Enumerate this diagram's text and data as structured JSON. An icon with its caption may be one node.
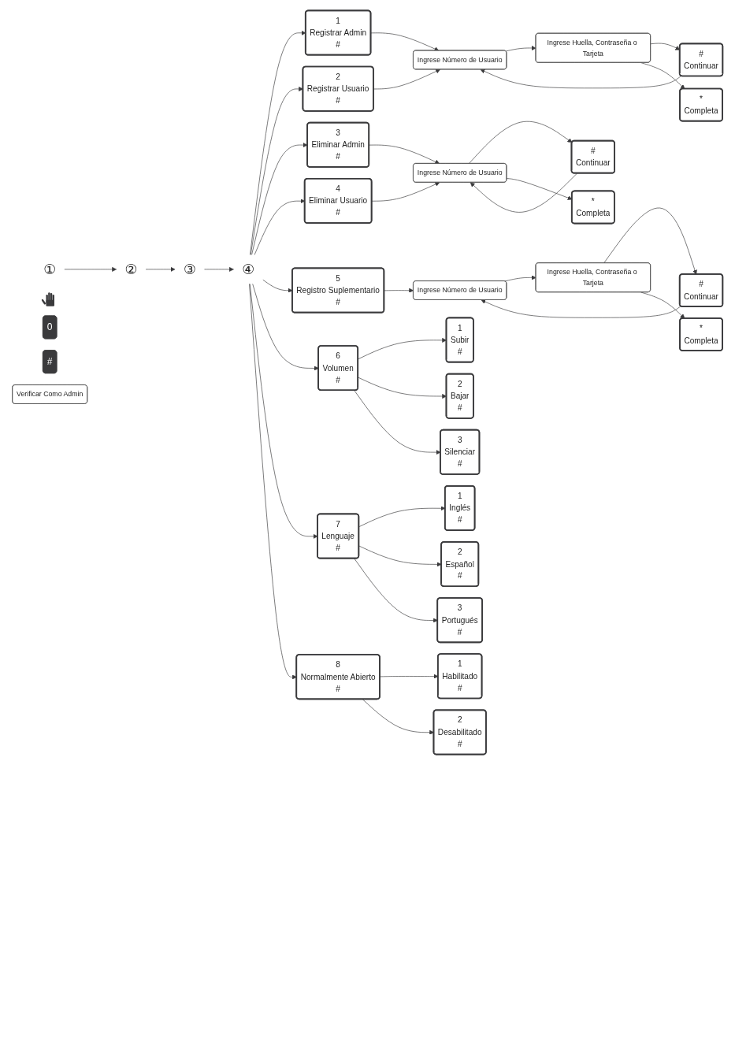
{
  "diagram": {
    "nodes": [
      {
        "text": [
          "①"
        ]
      },
      {
        "text": [],
        "shape": "picture"
      },
      {
        "text": [
          "②"
        ]
      },
      {
        "text": [
          "0"
        ]
      },
      {
        "text": [
          "#"
        ]
      },
      {
        "text": [
          "③"
        ]
      },
      {
        "text": [
          "Verificar Como Admin"
        ]
      },
      {
        "text": [
          "④"
        ]
      },
      {
        "text": [
          "1",
          "Registrar Admin",
          "#"
        ]
      },
      {
        "text": [
          "Ingrese Número de Usuario"
        ]
      },
      {
        "text": [
          "Ingrese Huella, Contraseña o Tarjeta"
        ]
      },
      {
        "text": [
          "#",
          "Continuar"
        ]
      },
      {
        "text": [
          "2",
          "Registrar Usuario",
          "#"
        ]
      },
      {
        "text": [
          "*",
          "Completa"
        ]
      },
      {
        "text": [
          "3",
          "Eliminar Admin",
          "#"
        ]
      },
      {
        "text": [
          "Ingrese Número de Usuario"
        ]
      },
      {
        "text": [
          "#",
          "Continuar"
        ]
      },
      {
        "text": [
          "4",
          "Eliminar Usuario",
          "#"
        ]
      },
      {
        "text": [
          "*",
          "Completa"
        ]
      },
      {
        "text": [
          "5",
          "Registro Suplementario",
          "#"
        ]
      },
      {
        "text": [
          "Ingrese Número de Usuario"
        ]
      },
      {
        "text": [
          "Ingrese Huella, Contraseña o Tarjeta"
        ]
      },
      {
        "text": [
          "#",
          "Continuar"
        ]
      },
      {
        "text": [
          "*",
          "Completa"
        ]
      },
      {
        "text": [
          "6",
          "Volumen",
          "#"
        ]
      },
      {
        "text": [
          "1",
          "Subir",
          "#"
        ]
      },
      {
        "text": [
          "2",
          "Bajar",
          "#"
        ]
      },
      {
        "text": [
          "3",
          "Silenciar",
          "#"
        ]
      },
      {
        "text": [
          "7",
          "Lenguaje",
          "#"
        ]
      },
      {
        "text": [
          "1",
          "Inglés",
          "#"
        ]
      },
      {
        "text": [
          "2",
          "Español",
          "#"
        ]
      },
      {
        "text": [
          "3",
          "Portugués",
          "#"
        ]
      },
      {
        "text": [
          "8",
          "Normalmente Abierto",
          "#"
        ]
      },
      {
        "text": [
          "1",
          "Habilitado",
          "#"
        ]
      },
      {
        "text": [
          "2",
          "Desabilitado",
          "#"
        ]
      }
    ],
    "edges": [
      {
        "from": 0,
        "to": 2,
        "arrow": "to"
      },
      {
        "from": 2,
        "to": 5,
        "arrow": "to"
      },
      {
        "from": 5,
        "to": 7,
        "arrow": "to"
      },
      {
        "from": 7,
        "to": 8,
        "arrow": "to"
      },
      {
        "from": 7,
        "to": 12,
        "arrow": "to"
      },
      {
        "from": 7,
        "to": 14,
        "arrow": "to"
      },
      {
        "from": 7,
        "to": 17,
        "arrow": "to"
      },
      {
        "from": 7,
        "to": 19,
        "arrow": "to"
      },
      {
        "from": 7,
        "to": 24,
        "arrow": "to"
      },
      {
        "from": 7,
        "to": 28,
        "arrow": "to"
      },
      {
        "from": 7,
        "to": 32,
        "arrow": "to"
      },
      {
        "from": 8,
        "to": 9,
        "arrow": "to"
      },
      {
        "from": 12,
        "to": 9,
        "arrow": "to"
      },
      {
        "from": 9,
        "to": 10,
        "arrow": "to"
      },
      {
        "from": 10,
        "to": 11,
        "arrow": "to"
      },
      {
        "from": 10,
        "to": 13,
        "arrow": "to"
      },
      {
        "from": 11,
        "to": 9,
        "arrow": "to"
      },
      {
        "from": 14,
        "to": 15,
        "arrow": "to"
      },
      {
        "from": 17,
        "to": 15,
        "arrow": "to"
      },
      {
        "from": 15,
        "to": 16,
        "arrow": "to"
      },
      {
        "from": 15,
        "to": 18,
        "arrow": "to"
      },
      {
        "from": 16,
        "to": 15,
        "arrow": "to"
      },
      {
        "from": 19,
        "to": 20,
        "arrow": "to"
      },
      {
        "from": 20,
        "to": 21,
        "arrow": "to"
      },
      {
        "from": 21,
        "to": 22,
        "arrow": "to"
      },
      {
        "from": 21,
        "to": 23,
        "arrow": "to"
      },
      {
        "from": 22,
        "to": 20,
        "arrow": "to"
      },
      {
        "from": 24,
        "to": 25,
        "arrow": "to"
      },
      {
        "from": 24,
        "to": 26,
        "arrow": "to"
      },
      {
        "from": 24,
        "to": 27,
        "arrow": "to"
      },
      {
        "from": 28,
        "to": 29,
        "arrow": "to"
      },
      {
        "from": 28,
        "to": 30,
        "arrow": "to"
      },
      {
        "from": 28,
        "to": 31,
        "arrow": "to"
      },
      {
        "from": 32,
        "to": 33,
        "arrow": "to"
      },
      {
        "from": 32,
        "to": 34,
        "arrow": "to"
      }
    ]
  }
}
